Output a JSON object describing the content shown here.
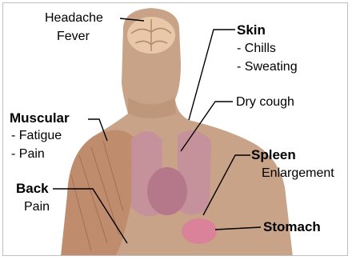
{
  "labels": {
    "headache": "Headache",
    "fever": "Fever",
    "skin_title": "Skin",
    "skin_items": [
      "- Chills",
      "- Sweating"
    ],
    "dry_cough": "Dry cough",
    "muscular_title": "Muscular",
    "muscular_items": [
      "- Fatigue",
      "- Pain"
    ],
    "spleen_title": "Spleen",
    "spleen_detail": "Enlargement",
    "back_title": "Back",
    "back_detail": "Pain",
    "stomach_title": "Stomach"
  },
  "colors": {
    "skin": "#c9a388",
    "skin_shadow": "#b58c70",
    "muscle": "#c08c6e",
    "brain": "#e8c8a8",
    "lung": "#c48fa0",
    "heart": "#b5788a",
    "stomach": "#d9829a",
    "line": "#000000"
  }
}
